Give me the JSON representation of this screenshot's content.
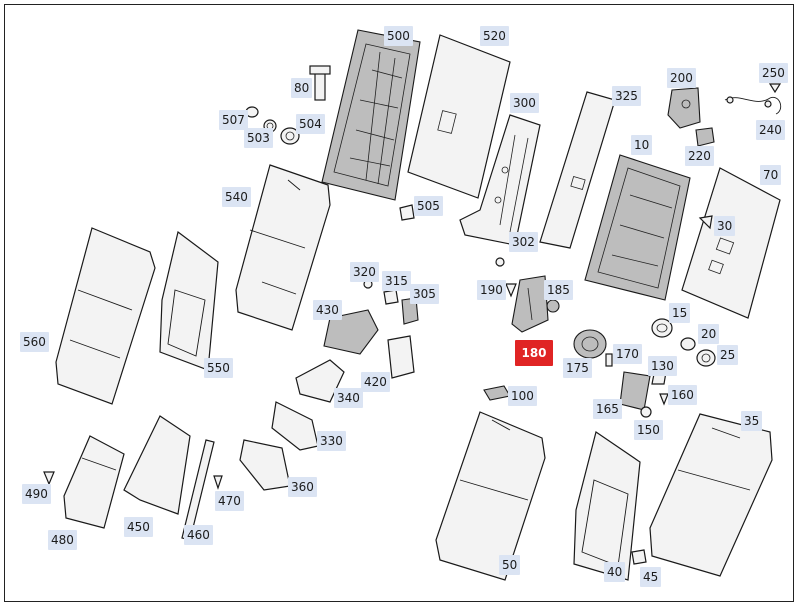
{
  "diagram": {
    "highlight_color": "#e02424",
    "label_color": "#dbe4f3",
    "selected_part": "180",
    "labels": {
      "p500": "500",
      "p520": "520",
      "p80": "80",
      "p507": "507",
      "p503": "503",
      "p504": "504",
      "p300": "300",
      "p325": "325",
      "p200": "200",
      "p250": "250",
      "p240": "240",
      "p220": "220",
      "p10": "10",
      "p70": "70",
      "p540": "540",
      "p505": "505",
      "p302": "302",
      "p30": "30",
      "p320": "320",
      "p315": "315",
      "p305": "305",
      "p190": "190",
      "p185": "185",
      "p560": "560",
      "p430": "430",
      "p550": "550",
      "p180": "180",
      "p15": "15",
      "p20": "20",
      "p25": "25",
      "p420": "420",
      "p170": "170",
      "p130": "130",
      "p175": "175",
      "p340": "340",
      "p100": "100",
      "p160": "160",
      "p165": "165",
      "p35": "35",
      "p330": "330",
      "p150": "150",
      "p360": "360",
      "p490": "490",
      "p470": "470",
      "p450": "450",
      "p480": "480",
      "p460": "460",
      "p50": "50",
      "p40": "40",
      "p45": "45"
    }
  }
}
